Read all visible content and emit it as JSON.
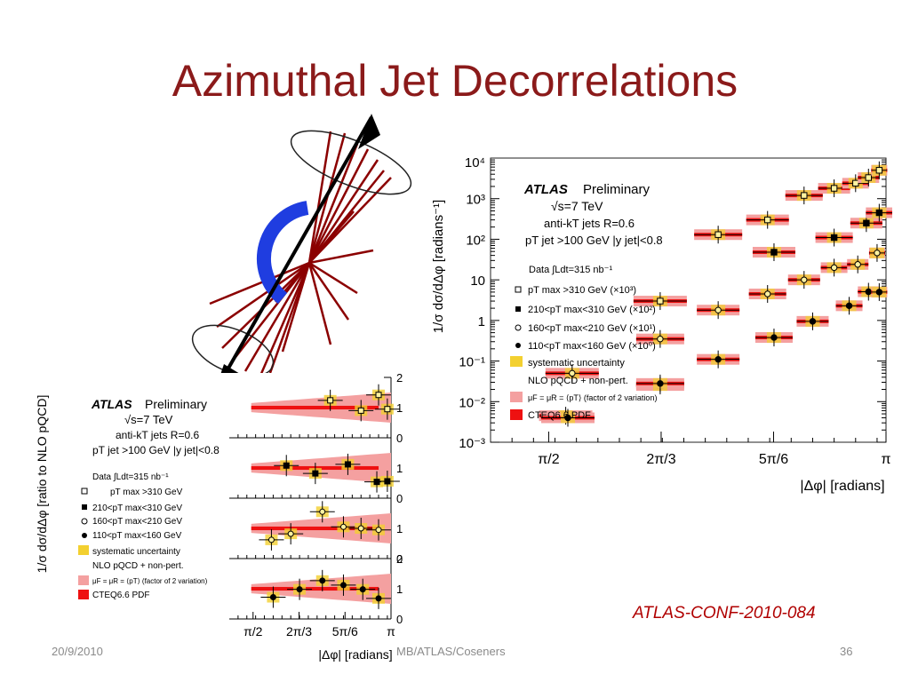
{
  "slide": {
    "title": "Azimuthal Jet Decorrelations",
    "date": "20/9/2010",
    "author": "MB/ATLAS/Coseners",
    "page": "36",
    "reference": "ATLAS-CONF-2010-084",
    "colors": {
      "title": "#8b1a1a",
      "reference": "#b00000",
      "footer": "#8a8a8a"
    }
  },
  "chart_data": [
    {
      "type": "scatter",
      "panel": "right",
      "ylabel": "1/σ dσ/dΔφ [radians⁻¹]",
      "xlabel": "|Δφ| [radians]",
      "yscale": "log",
      "ylim": [
        0.001,
        10000
      ],
      "xlim": [
        1.3,
        3.14159
      ],
      "x_tick_labels": [
        "π/2",
        "2π/3",
        "5π/6",
        "π"
      ],
      "y_tick_labels": [
        "10³",
        "10²",
        "10",
        "1",
        "10⁻¹",
        "10⁻²",
        "10⁻³"
      ],
      "y_tick_top": "10⁴",
      "legend": {
        "atlas": "ATLAS",
        "preliminary": "Preliminary",
        "energy": "√s=7 TeV",
        "jets": "anti-kT jets R=0.6",
        "cuts": "pT jet >100 GeV   |y jet|<0.8",
        "data": "Data ∫Ldt=315 nb⁻¹",
        "entries": [
          "pT max >310 GeV (×10³)",
          "210<pT max<310 GeV (×10²)",
          "160<pT max<210 GeV (×10¹)",
          "110<pT max<160 GeV (×10⁰)",
          "systematic uncertainty",
          "NLO pQCD + non-pert.",
          "μF = μR = ⟨pT⟩ (factor of 2 variation)",
          "CTEQ6.6 PDF"
        ]
      },
      "series": [
        {
          "name": "pT max >310 GeV (×10³)",
          "marker": "open-square",
          "x": [
            2.09,
            2.36,
            2.59,
            2.76,
            2.9,
            3.0,
            3.06,
            3.11
          ],
          "y": [
            3,
            130,
            300,
            1200,
            1800,
            2400,
            3300,
            5000
          ]
        },
        {
          "name": "210<pT max<310 GeV (×10²)",
          "marker": "filled-square",
          "x": [
            1.65,
            2.09,
            2.62,
            2.9,
            3.05,
            3.11
          ],
          "y": [
            0.0045,
            0.025,
            48,
            110,
            250,
            450
          ]
        },
        {
          "name": "160<pT max<210 GeV (×10¹)",
          "marker": "open-circle",
          "x": [
            1.68,
            2.09,
            2.36,
            2.59,
            2.76,
            2.9,
            3.01,
            3.1
          ],
          "y": [
            0.05,
            0.35,
            1.8,
            4.5,
            10,
            20,
            24,
            46
          ]
        },
        {
          "name": "110<pT max<160 GeV (×10⁰)",
          "marker": "filled-circle",
          "x": [
            1.66,
            2.09,
            2.36,
            2.62,
            2.8,
            2.97,
            3.06,
            3.11
          ],
          "y": [
            0.004,
            0.028,
            0.11,
            0.38,
            0.95,
            2.3,
            5.1,
            5
          ]
        }
      ]
    },
    {
      "type": "scatter",
      "panel": "left",
      "ylabel": "1/σ dσ/dΔφ [ratio to NLO pQCD]",
      "xlabel": "|Δφ| [radians]",
      "x_tick_labels": [
        "π/2",
        "2π/3",
        "5π/6",
        "π"
      ],
      "sub_panels": [
        {
          "name": "pT max >310 GeV",
          "marker": "open-square",
          "y_tick_labels": [
            "2",
            "1",
            "0"
          ],
          "x": [
            2.45,
            2.8,
            3.0,
            3.1
          ],
          "y": [
            1.24,
            0.9,
            1.42,
            0.95
          ]
        },
        {
          "name": "210<pT max<310 GeV",
          "marker": "filled-square",
          "y_tick_labels": [
            "1",
            "0"
          ],
          "x": [
            1.95,
            2.28,
            2.65,
            2.98,
            3.1
          ],
          "y": [
            1.08,
            0.82,
            1.12,
            0.54,
            0.56
          ]
        },
        {
          "name": "160<pT max<210 GeV",
          "marker": "open-circle",
          "y_tick_labels": [
            "1",
            "0"
          ],
          "x": [
            1.78,
            2.0,
            2.36,
            2.6,
            2.8,
            3.0
          ],
          "y": [
            0.62,
            0.82,
            1.55,
            1.05,
            1.0,
            0.95
          ]
        },
        {
          "name": "110<pT max<160 GeV",
          "marker": "filled-circle",
          "y_tick_labels": [
            "2",
            "1",
            "0"
          ],
          "x": [
            1.8,
            2.1,
            2.36,
            2.6,
            2.82,
            3.0
          ],
          "y": [
            0.72,
            0.98,
            1.27,
            1.12,
            0.98,
            0.68
          ]
        }
      ],
      "legend": {
        "atlas": "ATLAS",
        "preliminary": "Preliminary",
        "energy": "√s=7 TeV",
        "jets": "anti-kT jets R=0.6",
        "cuts": "pT jet >100 GeV   |y jet|<0.8",
        "data": "Data ∫Ldt=315 nb⁻¹",
        "entries": [
          "pT max >310 GeV",
          "210<pT max<310 GeV",
          "160<pT max<210 GeV",
          "110<pT max<160 GeV",
          "systematic uncertainty",
          "NLO pQCD + non-pert.",
          "μF = μR = ⟨pT⟩ (factor of 2 variation)",
          "CTEQ6.6 PDF"
        ]
      }
    }
  ]
}
